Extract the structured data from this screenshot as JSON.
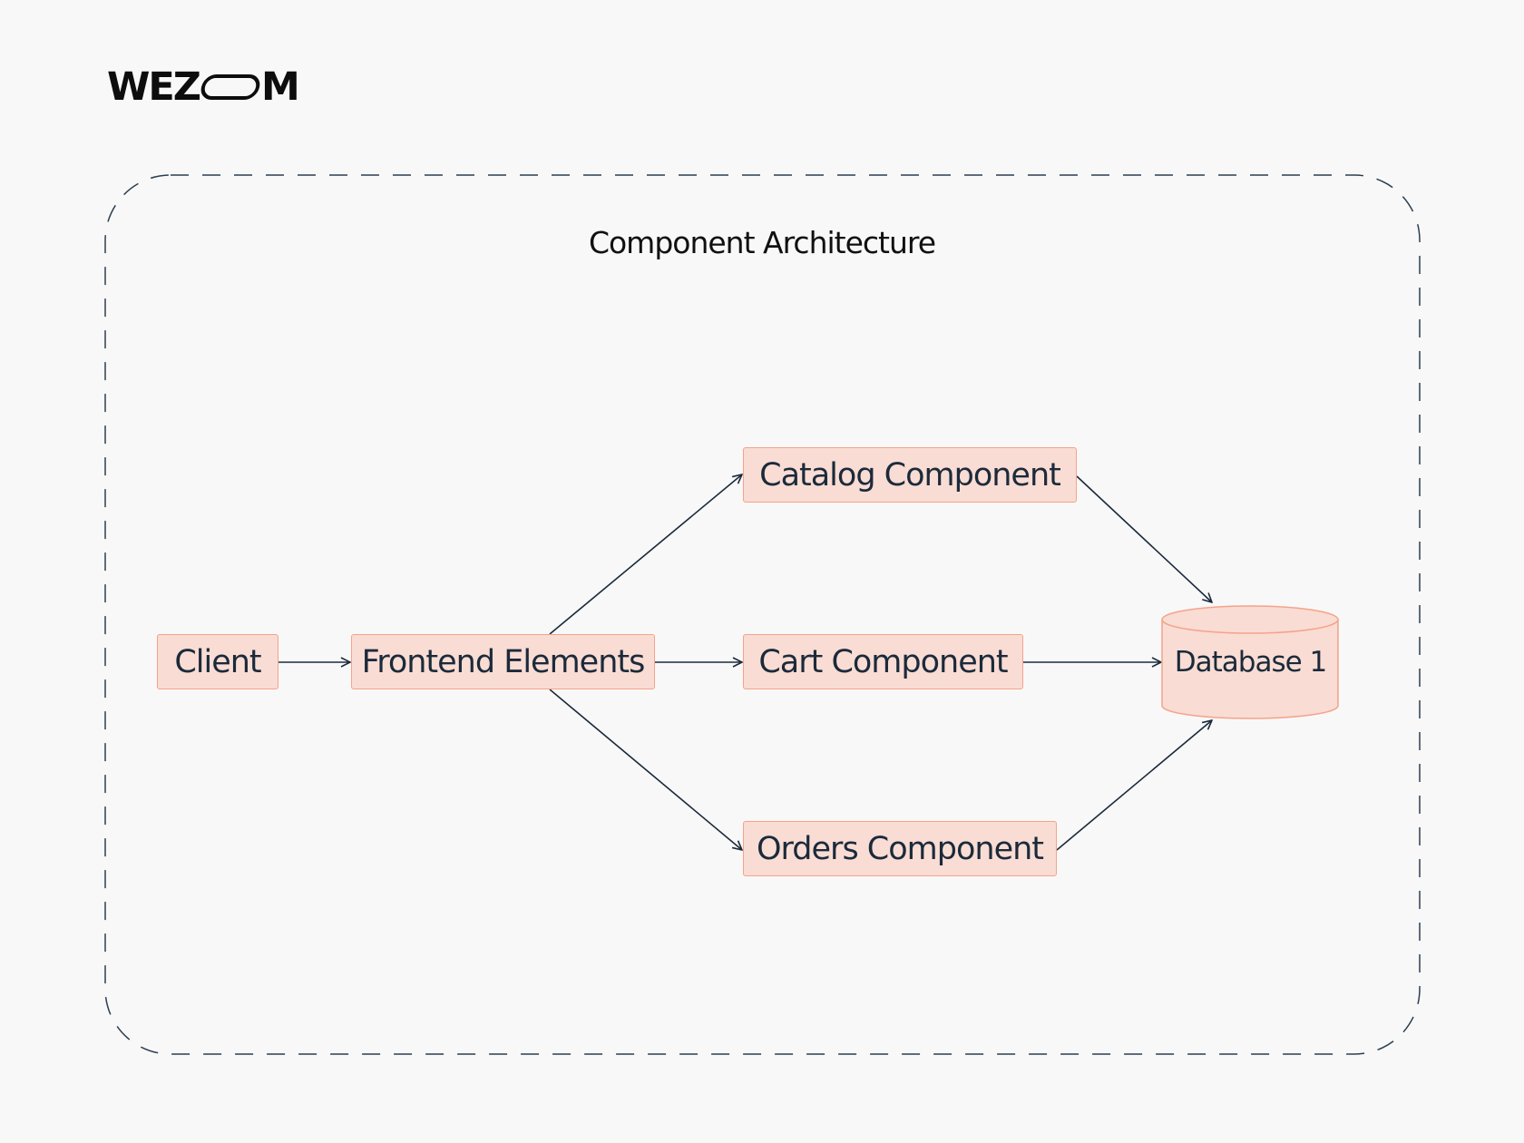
{
  "logo": {
    "text_left": "WEZ",
    "text_right": "M"
  },
  "diagram": {
    "title": "Component Architecture",
    "nodes": {
      "client": "Client",
      "frontend": "Frontend Elements",
      "catalog": "Catalog Component",
      "cart": "Cart Component",
      "orders": "Orders Component",
      "database": "Database 1"
    },
    "edges": [
      {
        "from": "Client",
        "to": "Frontend Elements"
      },
      {
        "from": "Frontend Elements",
        "to": "Catalog Component"
      },
      {
        "from": "Frontend Elements",
        "to": "Cart Component"
      },
      {
        "from": "Frontend Elements",
        "to": "Orders Component"
      },
      {
        "from": "Catalog Component",
        "to": "Database 1"
      },
      {
        "from": "Cart Component",
        "to": "Database 1"
      },
      {
        "from": "Orders Component",
        "to": "Database 1"
      }
    ]
  },
  "colors": {
    "background": "#f8f8f8",
    "node_fill": "#f9dcd3",
    "node_border": "#f4a38a",
    "edge": "#1b2a3b",
    "frame_dash": "#2c3e50"
  }
}
